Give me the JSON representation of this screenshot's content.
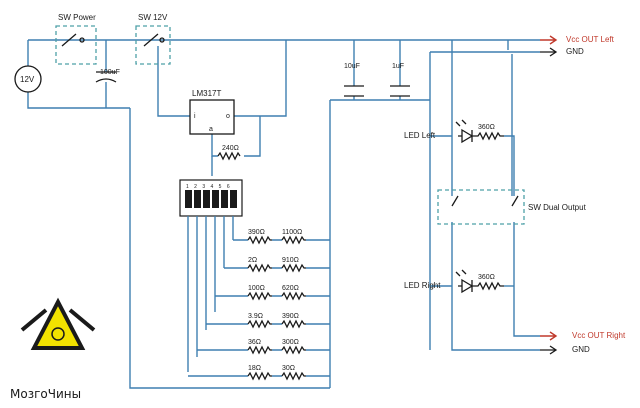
{
  "labels": {
    "sw_power": "SW Power",
    "sw_12v": "SW 12V",
    "battery": "12V",
    "cap_main": "100uF",
    "regulator": "LM317T",
    "reg_in": "i",
    "reg_out": "o",
    "reg_adj": "a",
    "r_adj": "240Ω",
    "cap1": "10uF",
    "cap2": "1uF",
    "vcc_left": "Vcc OUT Left",
    "gnd_top": "GND",
    "led_left": "LED Left",
    "r_led_left": "360Ω",
    "sw_dual": "SW Dual Output",
    "led_right": "LED Right",
    "r_led_right": "360Ω",
    "vcc_right": "Vcc OUT Right",
    "gnd_bottom": "GND",
    "dip_numbers": "1 2 3 4 5 6",
    "logo_text": "МозгоЧины"
  },
  "resistor_ladder": [
    {
      "a": "390Ω",
      "b": "1100Ω"
    },
    {
      "a": "2Ω",
      "b": "910Ω"
    },
    {
      "a": "100Ω",
      "b": "620Ω"
    },
    {
      "a": "3.9Ω",
      "b": "390Ω"
    },
    {
      "a": "36Ω",
      "b": "300Ω"
    },
    {
      "a": "18Ω",
      "b": "30Ω"
    }
  ],
  "colors": {
    "wire": "#3f7fb0",
    "output": "#c0392b",
    "switch_outline": "#4ea0a8",
    "logo": "#f2e200"
  }
}
